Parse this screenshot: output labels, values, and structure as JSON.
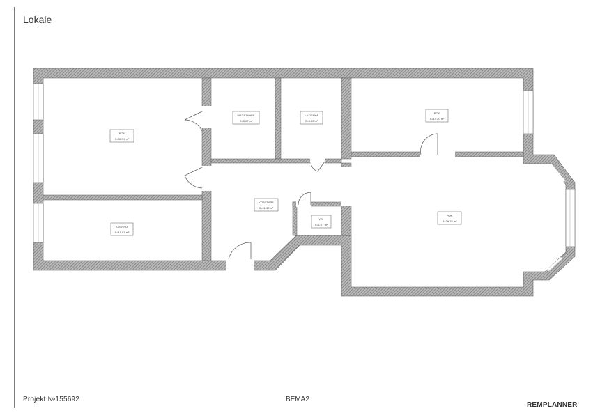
{
  "document": {
    "title": "Lokale",
    "project": "Projekt №155692",
    "project_code": "BEMA2",
    "brand": "REMPLANNER"
  },
  "rooms": [
    {
      "id": "pok-1",
      "name": "POK",
      "area": "S=30.59 m²"
    },
    {
      "id": "kuchnia",
      "name": "KUCHNIA",
      "area": "S=15.87 m²"
    },
    {
      "id": "magazynek",
      "name": "MAGAZYNEK",
      "area": "S=5.07 m²"
    },
    {
      "id": "lazienka",
      "name": "ŁAZIENKA",
      "area": "S=5.40 m²"
    },
    {
      "id": "pok-2",
      "name": "POK",
      "area": "S=14.20 m²"
    },
    {
      "id": "korytarz",
      "name": "KORYTARZ",
      "area": "S=11.32 m²"
    },
    {
      "id": "wc",
      "name": "WC",
      "area": "S=1.27 m²"
    },
    {
      "id": "pok-3",
      "name": "POK",
      "area": "S=29.15 m²"
    }
  ],
  "colors": {
    "wall_hatch": "#8a8a8a",
    "wall_line": "#5a5a5a",
    "background": "#ffffff"
  }
}
